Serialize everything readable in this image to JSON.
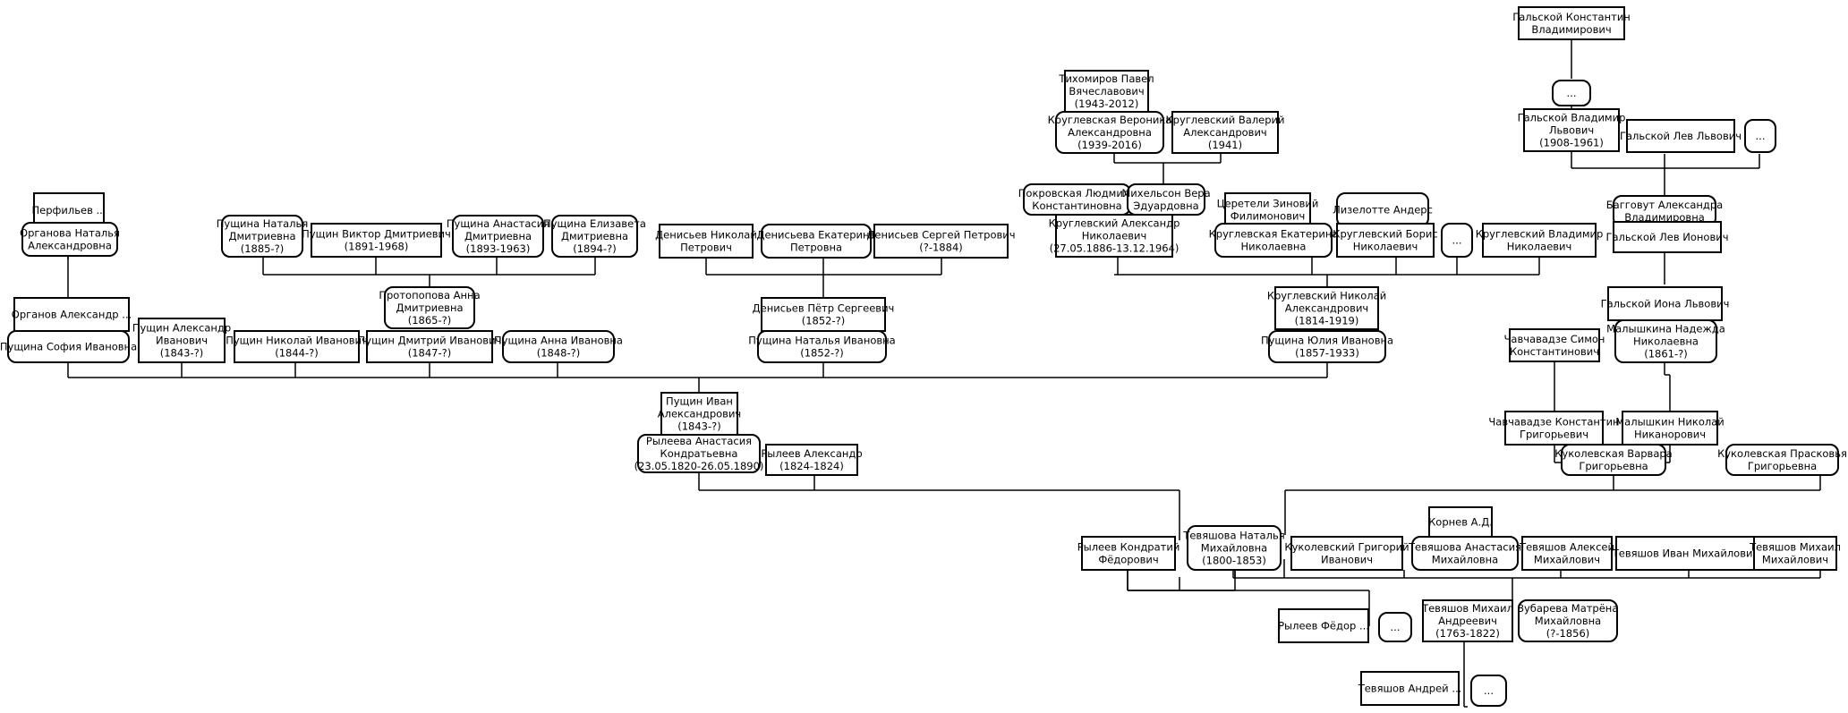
{
  "people": [
    {
      "id": "galskoy-konstantin",
      "lines": [
        "Гальской Константин",
        "Владимирович"
      ]
    },
    {
      "id": "galskoy-dots",
      "lines": [
        "..."
      ]
    },
    {
      "id": "galskoy-vladimir",
      "lines": [
        "Гальской Владимир",
        "Львович",
        "(1908-1961)"
      ]
    },
    {
      "id": "galskoy-lev-lvovich",
      "lines": [
        "Гальской Лев Львович"
      ]
    },
    {
      "id": "galskoy-dots2",
      "lines": [
        "..."
      ]
    },
    {
      "id": "baggovut-aleksandra",
      "lines": [
        "Багговут Александра",
        "Владимировна"
      ]
    },
    {
      "id": "galskoy-lev-ionovich",
      "lines": [
        "Гальской Лев Ионович"
      ]
    },
    {
      "id": "galskoy-iona",
      "lines": [
        "Гальской Иона Львович"
      ]
    },
    {
      "id": "malyshkina-nadezhda",
      "lines": [
        "Малышкина Надежда",
        "Николаевна",
        "(1861-?)"
      ]
    },
    {
      "id": "chavchavadze-simon",
      "lines": [
        "Чавчавадзе Симон",
        "Константинович"
      ]
    },
    {
      "id": "chavchavadze-konstantin",
      "lines": [
        "Чавчавадзе Константин",
        "Григорьевич"
      ]
    },
    {
      "id": "malyshkin-nikolay",
      "lines": [
        "Малышкин Николай",
        "Никанорович"
      ]
    },
    {
      "id": "kukolevskaya-varvara",
      "lines": [
        "Куколевская Варвара",
        "Григорьевна"
      ]
    },
    {
      "id": "kukolevskaya-praskovya",
      "lines": [
        "Куколевская Прасковья",
        "Григорьевна"
      ]
    },
    {
      "id": "tikhomirov-pavel",
      "lines": [
        "Тихомиров Павел",
        "Вячеславович",
        "(1943-2012)"
      ]
    },
    {
      "id": "kruglevskaya-veronika",
      "lines": [
        "Круглевская Вероника",
        "Александровна",
        "(1939-2016)"
      ]
    },
    {
      "id": "kruglevskiy-valeriy",
      "lines": [
        "Круглевский Валерий",
        "Александрович",
        "(1941)"
      ]
    },
    {
      "id": "pokrovskaya-lyudmila",
      "lines": [
        "Покровская Людмила",
        "Константиновна"
      ]
    },
    {
      "id": "mikhelson-vera",
      "lines": [
        "Михельсон Вера",
        "Эдуардовна"
      ]
    },
    {
      "id": "kruglevskiy-aleksandr",
      "lines": [
        "Круглевский Александр",
        "Николаевич",
        "(27.05.1886-13.12.1964)"
      ]
    },
    {
      "id": "tsereteli-zinoviy",
      "lines": [
        "Церетели Зиновий",
        "Филимонович"
      ]
    },
    {
      "id": "kruglevskaya-ekaterina",
      "lines": [
        "Круглевская Екатерина",
        "Николаевна"
      ]
    },
    {
      "id": "lizelotte-anders",
      "lines": [
        "Лизелотте Андерс"
      ]
    },
    {
      "id": "kruglevskiy-boris",
      "lines": [
        "Круглевский Борис",
        "Николаевич"
      ]
    },
    {
      "id": "kruglevskiy-dots",
      "lines": [
        "..."
      ]
    },
    {
      "id": "kruglevskiy-vladimir",
      "lines": [
        "Круглевский Владимир",
        "Николаевич"
      ]
    },
    {
      "id": "kruglevskiy-nikolay",
      "lines": [
        "Круглевский Николай",
        "Александрович",
        "(1814-1919)"
      ]
    },
    {
      "id": "pushchina-yuliya",
      "lines": [
        "Пущина Юлия Ивановна",
        "(1857-1933)"
      ]
    },
    {
      "id": "denisev-nikolay",
      "lines": [
        "Денисьев Николай",
        "Петрович"
      ]
    },
    {
      "id": "denisseva-ekaterina",
      "lines": [
        "Денисьева Екатерина",
        "Петровна"
      ]
    },
    {
      "id": "denisev-sergey",
      "lines": [
        "Денисьев Сергей Петрович",
        "(?-1884)"
      ]
    },
    {
      "id": "denisev-petr",
      "lines": [
        "Денисьев Пётр Сергеевич",
        "(1852-?)"
      ]
    },
    {
      "id": "pushchina-natalya-iv",
      "lines": [
        "Пущина Наталья Ивановна",
        "(1852-?)"
      ]
    },
    {
      "id": "perfilyev",
      "lines": [
        "Перфильев ..."
      ]
    },
    {
      "id": "organova-natalya",
      "lines": [
        "Органова Наталья",
        "Александровна"
      ]
    },
    {
      "id": "organov-aleksandr",
      "lines": [
        "Органов Александр ..."
      ]
    },
    {
      "id": "pushchina-sofya",
      "lines": [
        "Пущина София Ивановна"
      ]
    },
    {
      "id": "pushchin-aleksandr-iv",
      "lines": [
        "Пущин Александр",
        "Иванович",
        "(1843-?)"
      ]
    },
    {
      "id": "pushchin-nikolay-iv",
      "lines": [
        "Пущин Николай Иванович",
        "(1844-?)"
      ]
    },
    {
      "id": "pushchina-natalya-dm",
      "lines": [
        "Пущина Наталья",
        "Дмитриевна",
        "(1885-?)"
      ]
    },
    {
      "id": "pushchin-viktor",
      "lines": [
        "Пущин Виктор Дмитриевич",
        "(1891-1968)"
      ]
    },
    {
      "id": "pushchina-anastasiya-dm",
      "lines": [
        "Пущина Анастасия",
        "Дмитриевна",
        "(1893-1963)"
      ]
    },
    {
      "id": "pushchina-elizaveta",
      "lines": [
        "Пущина Елизавета",
        "Дмитриевна",
        "(1894-?)"
      ]
    },
    {
      "id": "protopopova-anna",
      "lines": [
        "Протопопова Анна",
        "Дмитриевна",
        "(1865-?)"
      ]
    },
    {
      "id": "pushchin-dmitriy",
      "lines": [
        "Пущин Дмитрий Иванович",
        "(1847-?)"
      ]
    },
    {
      "id": "pushchina-anna",
      "lines": [
        "Пущина Анна Ивановна",
        "(1848-?)"
      ]
    },
    {
      "id": "pushchin-ivan",
      "lines": [
        "Пущин Иван",
        "Александрович",
        "(1843-?)"
      ]
    },
    {
      "id": "ryleeva-anastasiya",
      "lines": [
        "Рылеева Анастасия",
        "Кондратьевна",
        "(23.05.1820-26.05.1890)"
      ]
    },
    {
      "id": "ryleev-aleksandr",
      "lines": [
        "Рылеев Александр",
        "(1824-1824)"
      ]
    },
    {
      "id": "ryleev-kondratiy",
      "lines": [
        "Рылеев Кондратий",
        "Фёдорович"
      ]
    },
    {
      "id": "tevyashova-natalya",
      "lines": [
        "Тевяшова Наталья",
        "Михайловна",
        "(1800-1853)"
      ]
    },
    {
      "id": "kukolevskiy-grigoriy",
      "lines": [
        "Куколевский Григорий",
        "Иванович"
      ]
    },
    {
      "id": "kornev",
      "lines": [
        "Корнев А.Д."
      ]
    },
    {
      "id": "tevyashova-anastasiya",
      "lines": [
        "Тевяшова Анастасия",
        "Михайловна"
      ]
    },
    {
      "id": "tevyashov-aleksey",
      "lines": [
        "Тевяшов Алексей",
        "Михайлович"
      ]
    },
    {
      "id": "tevyashov-ivan",
      "lines": [
        "Тевяшов Иван Михайлович"
      ]
    },
    {
      "id": "tevyashov-mikhail-m",
      "lines": [
        "Тевяшов Михаил",
        "Михайлович"
      ]
    },
    {
      "id": "ryleev-fedor",
      "lines": [
        "Рылеев Фёдор ..."
      ]
    },
    {
      "id": "ryleev-dots",
      "lines": [
        "..."
      ]
    },
    {
      "id": "tevyashov-mikhail-a",
      "lines": [
        "Тевяшов Михаил",
        "Андреевич",
        "(1763-1822)"
      ]
    },
    {
      "id": "zubareva-matrena",
      "lines": [
        "Зубарева Матрёна",
        "Михайловна",
        "(?-1856)"
      ]
    },
    {
      "id": "tevyashov-andrey",
      "lines": [
        "Тевяшов Андрей ..."
      ]
    },
    {
      "id": "tevyashov-dots",
      "lines": [
        "..."
      ]
    }
  ]
}
